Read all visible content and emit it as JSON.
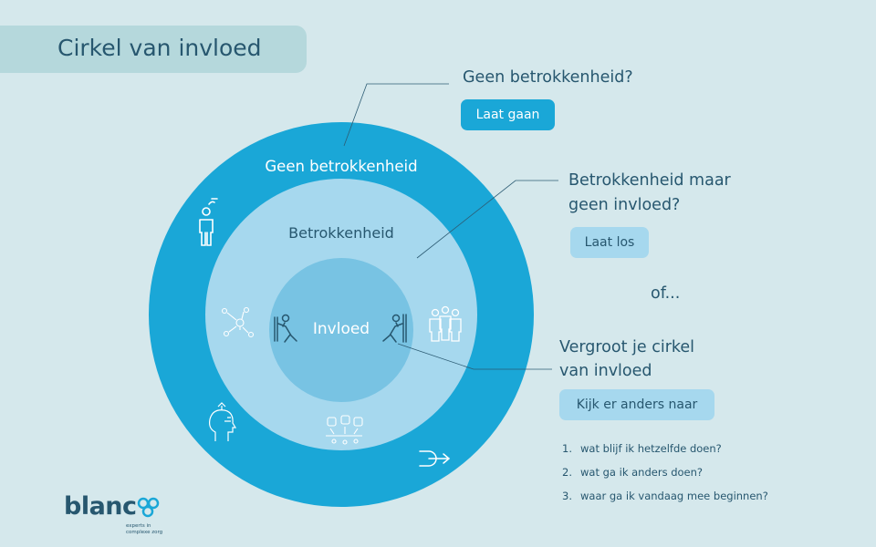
{
  "title": "Cirkel van invloed",
  "circles": {
    "outer_label": "Geen betrokkenheid",
    "middle_label": "Betrokkenheid",
    "inner_label": "Invloed"
  },
  "questions": {
    "q1": "Geen betrokkenheid?",
    "q2_line1": "Betrokkenheid maar",
    "q2_line2": "geen invloed?",
    "q3_line1": "Vergroot je cirkel",
    "q3_line2": "van invloed"
  },
  "buttons": {
    "let_go": "Laat gaan",
    "let_loose": "Laat los",
    "look_different": "Kijk er anders naar"
  },
  "or_text": "of...",
  "steps": [
    {
      "num": "1.",
      "text": "wat blijf ik hetzelfde doen?"
    },
    {
      "num": "2.",
      "text": "wat ga ik anders doen?"
    },
    {
      "num": "3.",
      "text": "waar ga ik vandaag mee beginnen?"
    }
  ],
  "logo": {
    "word": "blanc",
    "tagline_1": "experts in",
    "tagline_2": "complexe zorg"
  },
  "colors": {
    "background": "#d5e8ec",
    "outer_ring": "#1aa7d7",
    "middle_ring": "#a6d8ee",
    "inner_circle": "#78c3e3",
    "text": "#27576f"
  },
  "icons": [
    "question-person-icon",
    "network-people-icon",
    "group-people-icon",
    "pushing-wall-icon",
    "thinking-head-icon",
    "brainstorm-icon",
    "arrow-right-icon"
  ]
}
